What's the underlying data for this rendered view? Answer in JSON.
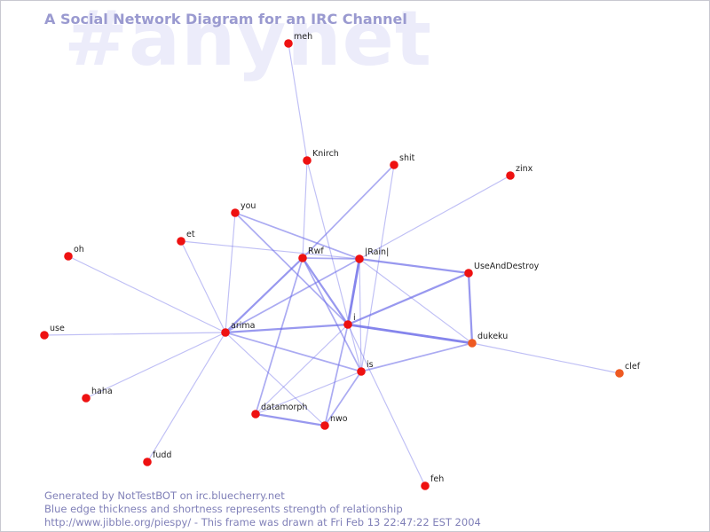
{
  "watermark": "#anynet",
  "title": "A Social Network Diagram for an IRC Channel",
  "footer": {
    "line1": "Generated by NotTestBOT on irc.bluecherry.net",
    "line2": "Blue edge thickness and shortness represents strength of relationship",
    "line3": "http://www.jibble.org/piespy/ - This frame was drawn at Fri Feb 13 22:47:22 EST 2004"
  },
  "colors": {
    "edge": "#6a6ae8",
    "node": "#ee1111",
    "node_alt": "#ee5a22",
    "title": "#9a9ad0",
    "watermark": "#ececfa"
  },
  "nodes": [
    {
      "id": "meh",
      "label": "meh"
    },
    {
      "id": "Knirch",
      "label": "Knirch"
    },
    {
      "id": "shit",
      "label": "shit"
    },
    {
      "id": "zinx",
      "label": "zinx"
    },
    {
      "id": "you",
      "label": "you"
    },
    {
      "id": "et",
      "label": "et"
    },
    {
      "id": "oh",
      "label": "oh"
    },
    {
      "id": "Rwf",
      "label": "Rwf"
    },
    {
      "id": "Rain",
      "label": "|Rain|"
    },
    {
      "id": "UseAndDestroy",
      "label": "UseAndDestroy"
    },
    {
      "id": "i",
      "label": "i"
    },
    {
      "id": "arima",
      "label": "arima"
    },
    {
      "id": "use",
      "label": "use"
    },
    {
      "id": "dukeku",
      "label": "dukeku",
      "alt": true
    },
    {
      "id": "clef",
      "label": "clef",
      "alt": true
    },
    {
      "id": "is",
      "label": "is"
    },
    {
      "id": "haha",
      "label": "haha"
    },
    {
      "id": "datamorph",
      "label": "datamorph"
    },
    {
      "id": "nwo",
      "label": "nwo"
    },
    {
      "id": "fudd",
      "label": "fudd"
    },
    {
      "id": "feh",
      "label": "feh"
    }
  ],
  "edges": [
    {
      "from": "meh",
      "to": "Knirch",
      "weight": 1
    },
    {
      "from": "Knirch",
      "to": "Rwf",
      "weight": 1
    },
    {
      "from": "Knirch",
      "to": "is",
      "weight": 1
    },
    {
      "from": "shit",
      "to": "Rwf",
      "weight": 2
    },
    {
      "from": "shit",
      "to": "is",
      "weight": 1
    },
    {
      "from": "zinx",
      "to": "Rain",
      "weight": 1
    },
    {
      "from": "you",
      "to": "Rain",
      "weight": 2
    },
    {
      "from": "you",
      "to": "i",
      "weight": 2
    },
    {
      "from": "you",
      "to": "arima",
      "weight": 1
    },
    {
      "from": "et",
      "to": "Rain",
      "weight": 1
    },
    {
      "from": "et",
      "to": "arima",
      "weight": 1
    },
    {
      "from": "oh",
      "to": "arima",
      "weight": 1
    },
    {
      "from": "use",
      "to": "arima",
      "weight": 1
    },
    {
      "from": "haha",
      "to": "arima",
      "weight": 1
    },
    {
      "from": "fudd",
      "to": "arima",
      "weight": 1
    },
    {
      "from": "arima",
      "to": "Rwf",
      "weight": 3
    },
    {
      "from": "arima",
      "to": "Rain",
      "weight": 2
    },
    {
      "from": "arima",
      "to": "i",
      "weight": 3
    },
    {
      "from": "arima",
      "to": "is",
      "weight": 2
    },
    {
      "from": "arima",
      "to": "nwo",
      "weight": 1
    },
    {
      "from": "Rwf",
      "to": "Rain",
      "weight": 2
    },
    {
      "from": "Rwf",
      "to": "i",
      "weight": 3
    },
    {
      "from": "Rwf",
      "to": "datamorph",
      "weight": 2
    },
    {
      "from": "Rwf",
      "to": "is",
      "weight": 2
    },
    {
      "from": "Rain",
      "to": "i",
      "weight": 4
    },
    {
      "from": "Rain",
      "to": "UseAndDestroy",
      "weight": 3
    },
    {
      "from": "Rain",
      "to": "dukeku",
      "weight": 1
    },
    {
      "from": "Rain",
      "to": "is",
      "weight": 1
    },
    {
      "from": "i",
      "to": "UseAndDestroy",
      "weight": 3
    },
    {
      "from": "i",
      "to": "dukeku",
      "weight": 4
    },
    {
      "from": "i",
      "to": "nwo",
      "weight": 2
    },
    {
      "from": "i",
      "to": "datamorph",
      "weight": 1
    },
    {
      "from": "i",
      "to": "feh",
      "weight": 1
    },
    {
      "from": "UseAndDestroy",
      "to": "dukeku",
      "weight": 3
    },
    {
      "from": "dukeku",
      "to": "is",
      "weight": 2
    },
    {
      "from": "dukeku",
      "to": "clef",
      "weight": 1
    },
    {
      "from": "is",
      "to": "nwo",
      "weight": 2
    },
    {
      "from": "is",
      "to": "datamorph",
      "weight": 1
    },
    {
      "from": "datamorph",
      "to": "nwo",
      "weight": 3
    }
  ]
}
